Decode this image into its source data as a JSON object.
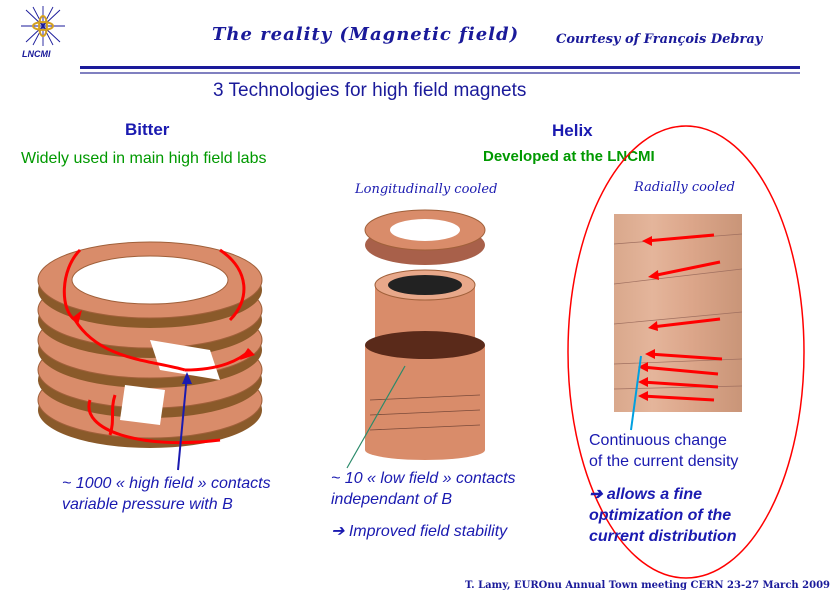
{
  "header": {
    "title": "The reality (Magnetic field)",
    "courtesy": "Courtesy of François Debray",
    "logo_text": "LNCMI"
  },
  "slide": {
    "subtitle": "3  Technologies for high field magnets",
    "bitter": {
      "heading": "Bitter",
      "tagline": "Widely used in main high field labs",
      "caption_line1": "~ 1000 « high field » contacts",
      "caption_line2": "variable pressure with B"
    },
    "helix": {
      "heading": "Helix",
      "tagline": "Developed at the LNCMI",
      "longitudinal_label": "Longitudinally cooled",
      "radial_label": "Radially cooled",
      "caption_line1": "~ 10  « low field » contacts",
      "caption_line2": "independant of B",
      "stability": "Improved field stability",
      "radial_line1": "Continuous change",
      "radial_line2": "of the current density",
      "opt_line1": "allows a fine",
      "opt_line2": "optimization of the",
      "opt_line3": "current distribution"
    }
  },
  "footer": {
    "text": "T. Lamy, EUROnu Annual Town meeting CERN 23-27 March 2009"
  },
  "colors": {
    "title_blue": "#1a1a9a",
    "green": "#009900",
    "copper": "#d98c6a",
    "arrow_red": "#ff0000"
  }
}
